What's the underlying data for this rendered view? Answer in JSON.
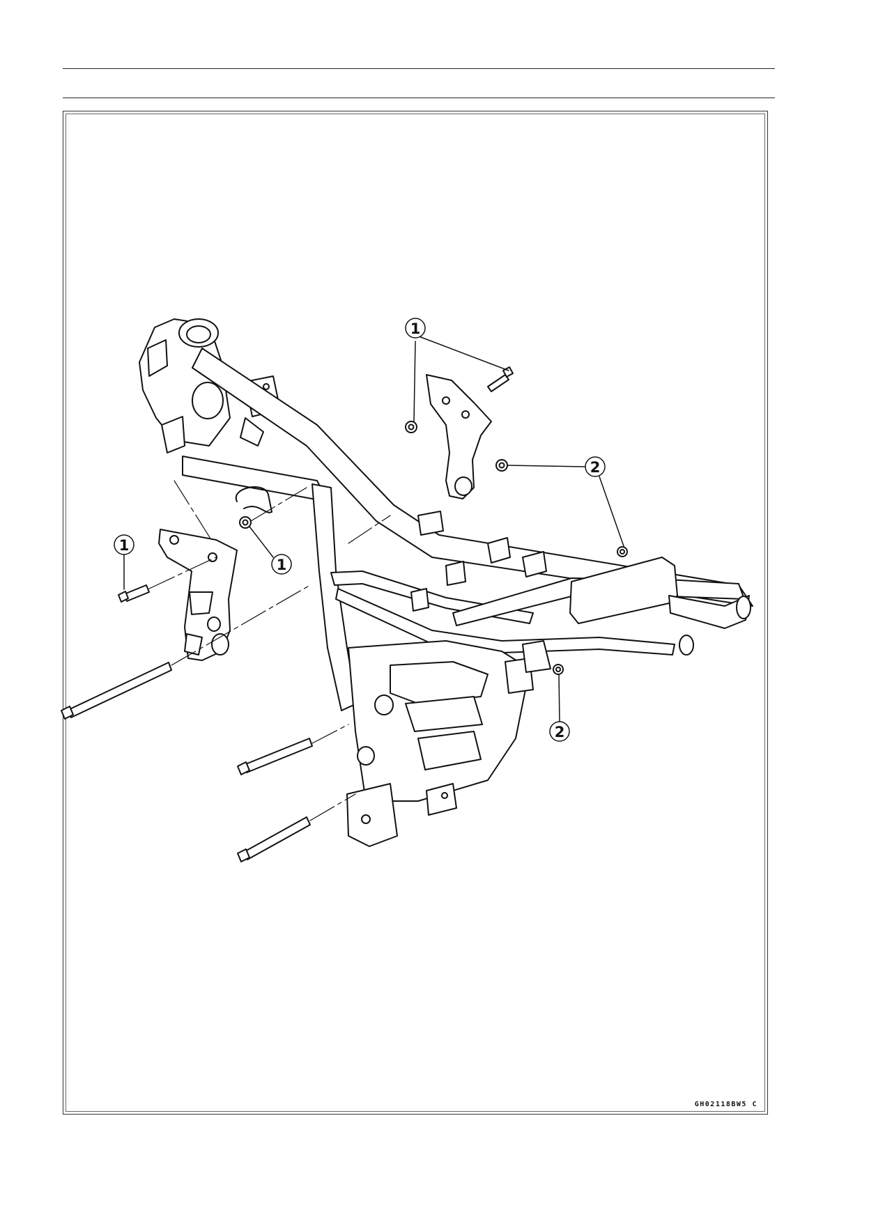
{
  "figure": {
    "code": "GH02118BW5 C",
    "callouts": [
      {
        "id": "1a",
        "label": "1"
      },
      {
        "id": "1b",
        "label": "1"
      },
      {
        "id": "1c",
        "label": "1"
      },
      {
        "id": "2a",
        "label": "2"
      },
      {
        "id": "2b",
        "label": "2"
      }
    ]
  }
}
